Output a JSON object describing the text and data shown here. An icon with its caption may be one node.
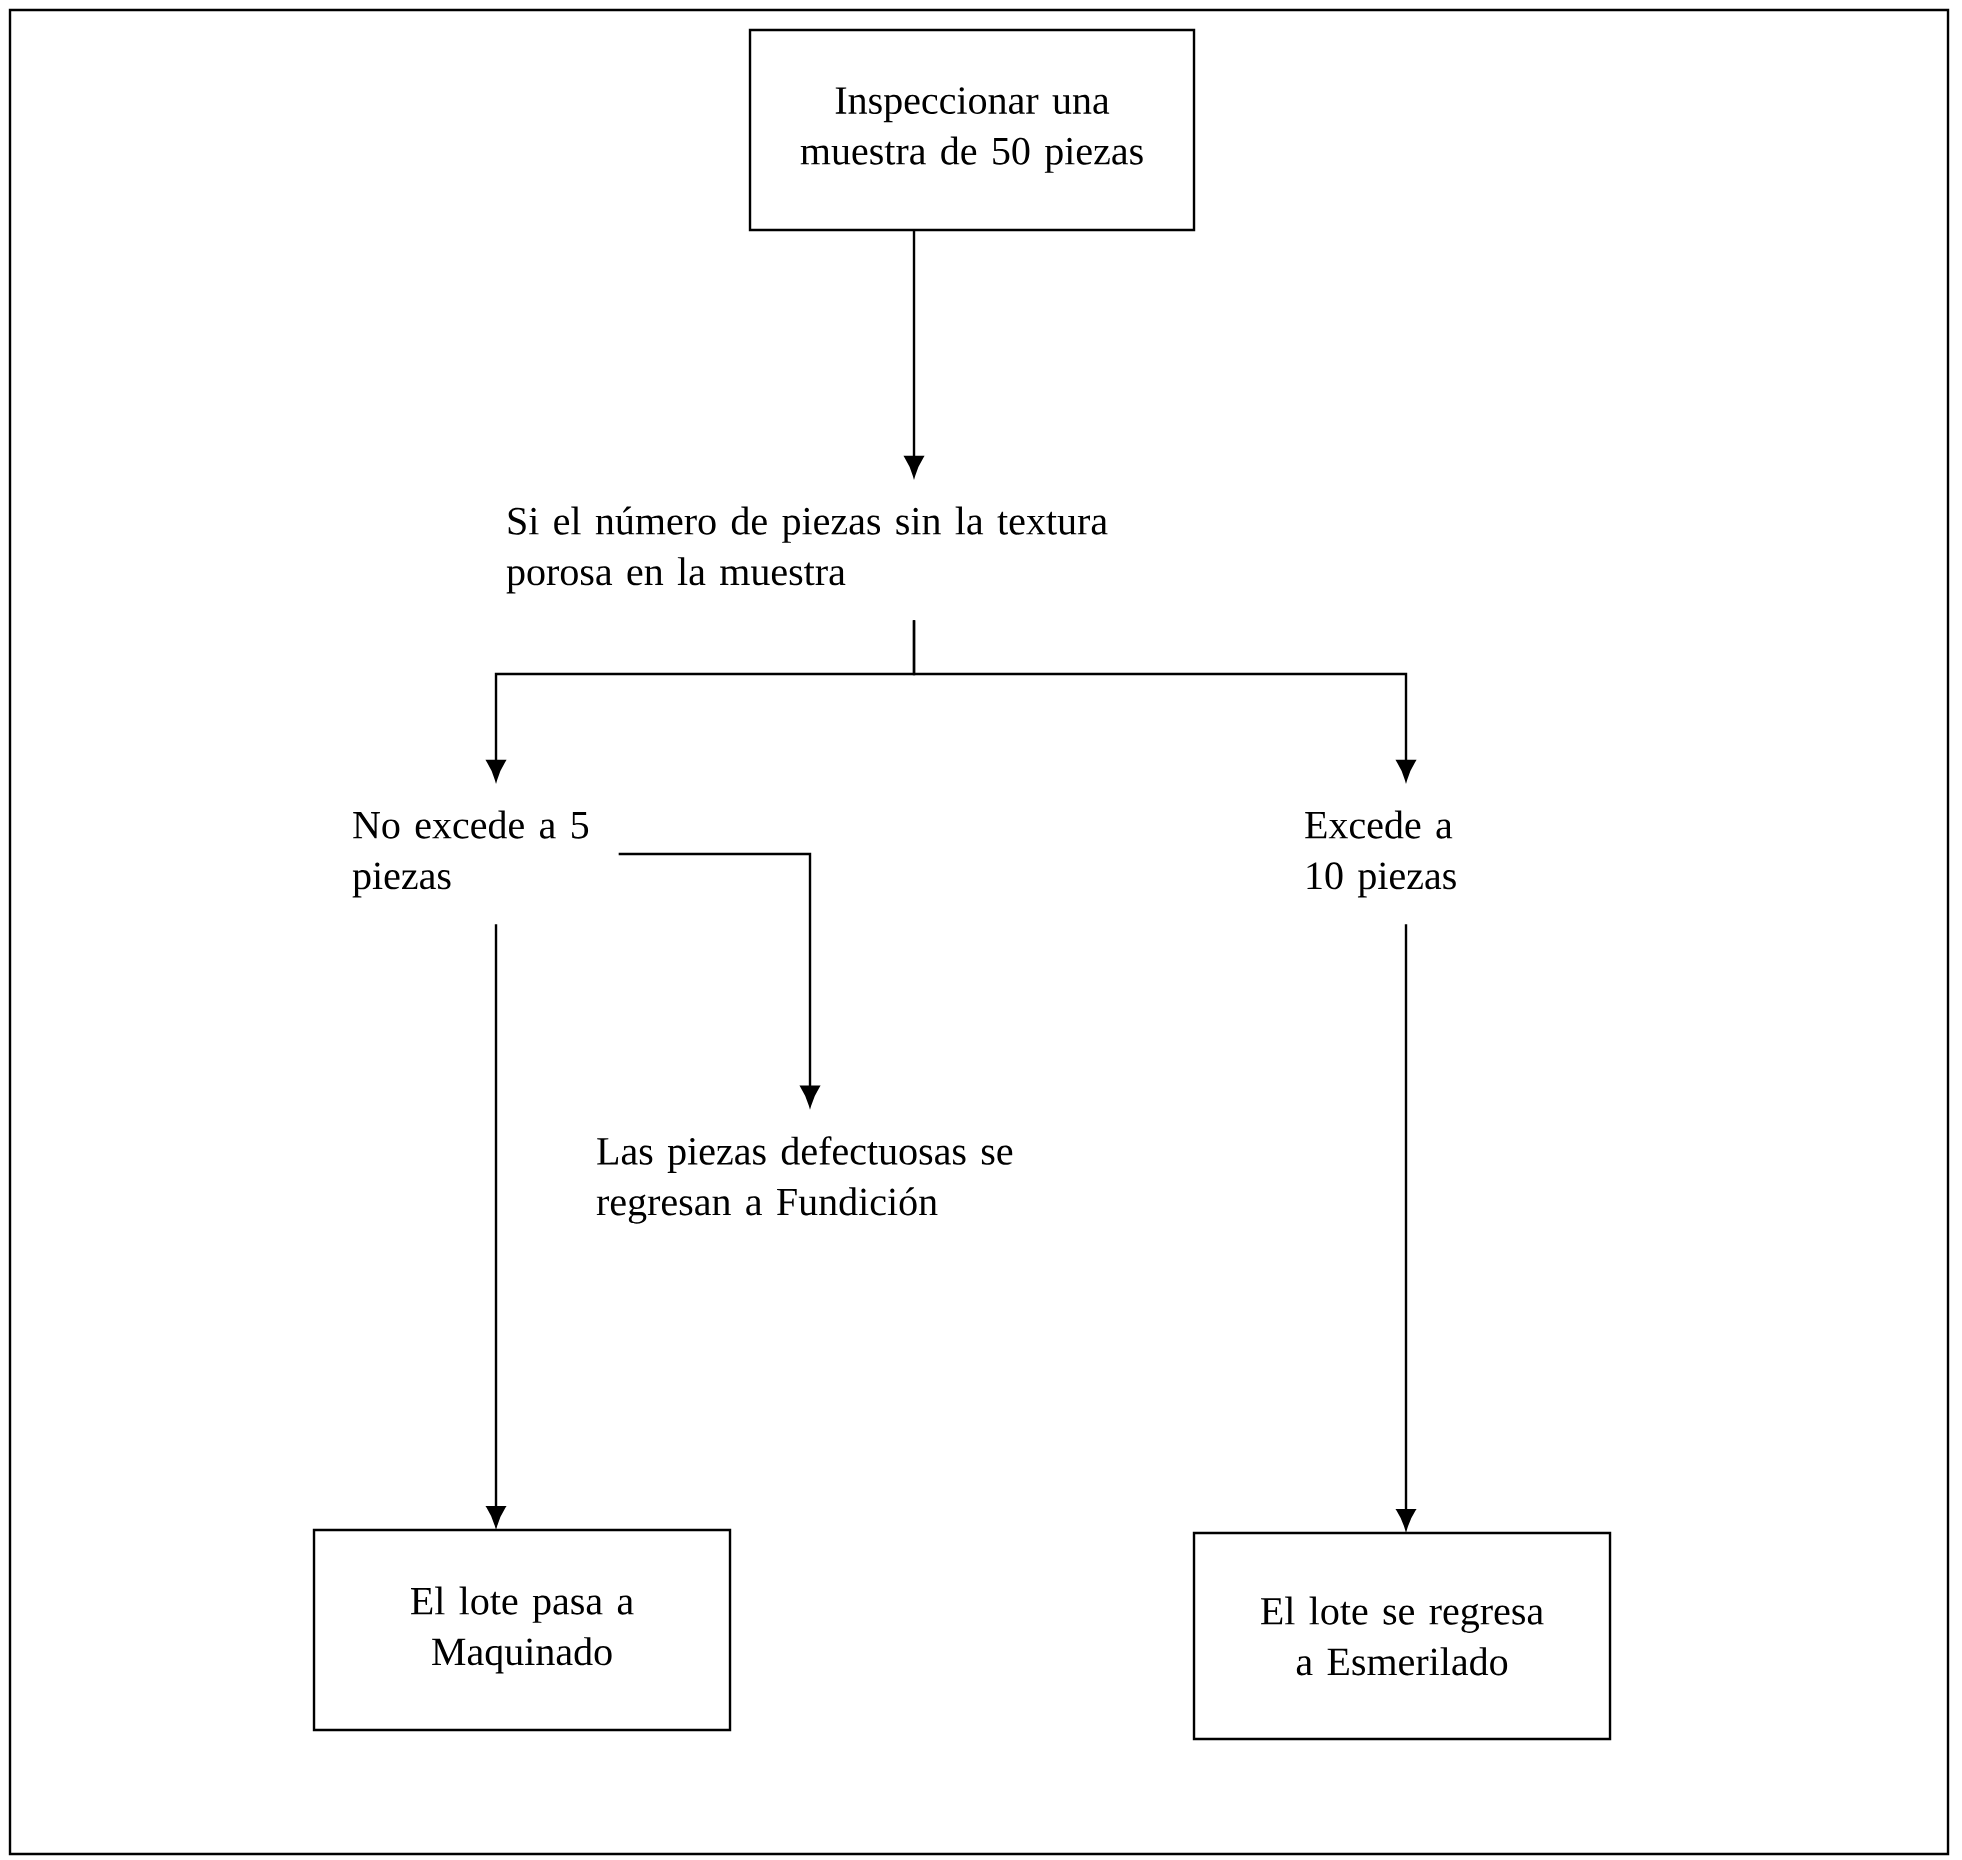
{
  "diagram": {
    "nodes": [
      {
        "text": [
          "Inspeccionar una muestra de 50 piezas"
        ]
      },
      {
        "text": [
          "Si el número de piezas sin la textura porosa en la muestra"
        ]
      },
      {
        "text": [
          "No excede a 5 piezas"
        ]
      },
      {
        "text": [
          "Excede a 10 piezas"
        ]
      },
      {
        "text": [
          "Las piezas defectuosas se regresan a Fundición"
        ]
      },
      {
        "text": [
          "El lote pasa a Maquinado"
        ]
      },
      {
        "text": [
          "El lote se regresa a Esmerilado"
        ]
      }
    ],
    "edges": [
      {
        "from": 0,
        "to": 1,
        "arrow": "to"
      },
      {
        "from": 1,
        "to": 2,
        "arrow": "to"
      },
      {
        "from": 1,
        "to": 3,
        "arrow": "to"
      },
      {
        "from": 2,
        "to": 4,
        "arrow": "to"
      },
      {
        "from": 2,
        "to": 5,
        "arrow": "to"
      },
      {
        "from": 3,
        "to": 6,
        "arrow": "to"
      }
    ]
  }
}
